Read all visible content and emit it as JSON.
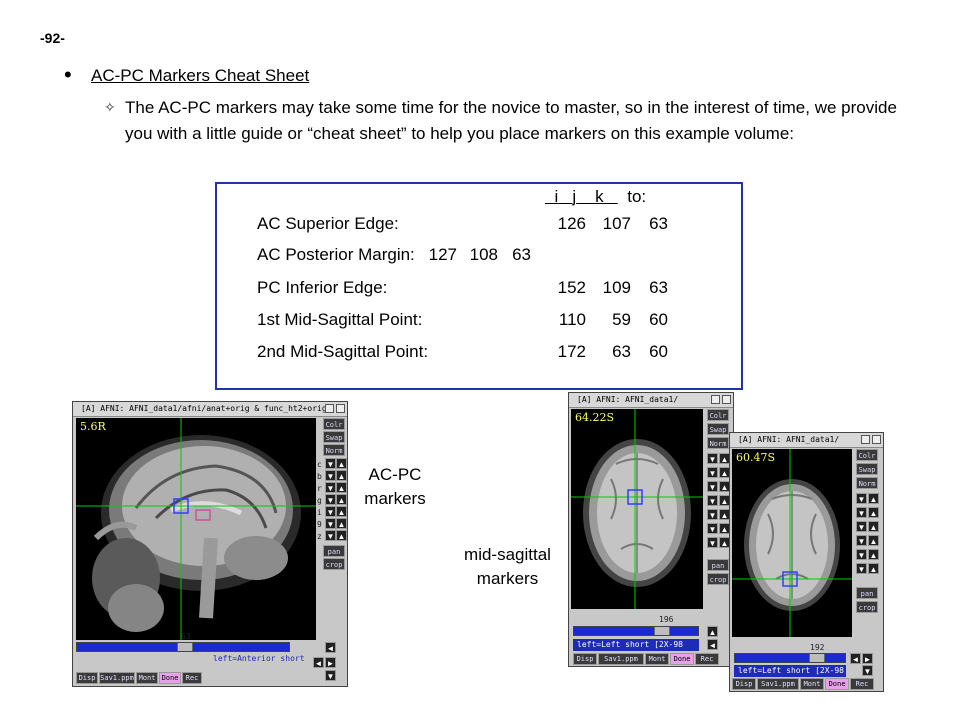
{
  "page": {
    "number": "-92-"
  },
  "section": {
    "bullet": "•",
    "heading": "AC-PC Markers Cheat Sheet",
    "sub_bullet": "✧",
    "body": "The AC-PC markers may take some time for the novice to master, so in the interest of time, we provide you with a little guide or “cheat sheet” to help you place markers on this example volume:"
  },
  "markers_table": {
    "col_i": "i",
    "col_j": "j",
    "col_k": "k",
    "col_to": "to:",
    "rows": [
      {
        "label": "AC Superior Edge:",
        "i": "126",
        "j": "107",
        "k": "63"
      },
      {
        "label": "AC Posterior Margin:",
        "i": "127",
        "j": "108",
        "k": "63"
      },
      {
        "label": "PC Inferior Edge:",
        "i": "152",
        "j": "109",
        "k": "63"
      },
      {
        "label": "1st Mid-Sagittal Point:",
        "i": "110",
        "j": "59",
        "k": "60"
      },
      {
        "label": "2nd Mid-Sagittal Point:",
        "i": "172",
        "j": "63",
        "k": "60"
      }
    ]
  },
  "captions": {
    "acpc": "AC-PC markers",
    "midsag": "mid-sagittal markers"
  },
  "afni_sagittal": {
    "title": "[A] AFNI: AFNI_data1/afni/anat+orig & func_ht2+orig",
    "coord": "5.6R",
    "side_buttons": [
      "Colr",
      "Swap",
      "Norm",
      "c",
      "b",
      "r",
      "g",
      "i",
      "9",
      "z",
      "pan",
      "crop"
    ],
    "slider_value": "63",
    "status": "left=Anterior short",
    "buttons": [
      "Disp",
      "Sav1.ppm",
      "Mont",
      "Done",
      "Rec"
    ]
  },
  "afni_axial_1": {
    "title": "[A] AFNI: AFNI_data1/",
    "coord": "64.22S",
    "side_buttons": [
      "Colr",
      "Swap",
      "Norm",
      "pan",
      "crop"
    ],
    "slider_value": "196",
    "status": "left=Left short [2X-98",
    "buttons": [
      "Disp",
      "Sav1.ppm",
      "Mont",
      "Done",
      "Rec"
    ]
  },
  "afni_axial_2": {
    "title": "[A] AFNI: AFNI_data1/",
    "coord": "60.47S",
    "side_buttons": [
      "Colr",
      "Swap",
      "Norm",
      "pan",
      "crop"
    ],
    "slider_value": "192",
    "status": "left=Left short [2X-98",
    "buttons": [
      "Disp",
      "Sav1.ppm",
      "Mont",
      "Done",
      "Rec"
    ]
  },
  "colors": {
    "box_border": "#2233aa",
    "crosshair": "#00cc00",
    "marker": "#3040ff",
    "slider": "#1a2ad0",
    "done": "#e8a0e8"
  }
}
